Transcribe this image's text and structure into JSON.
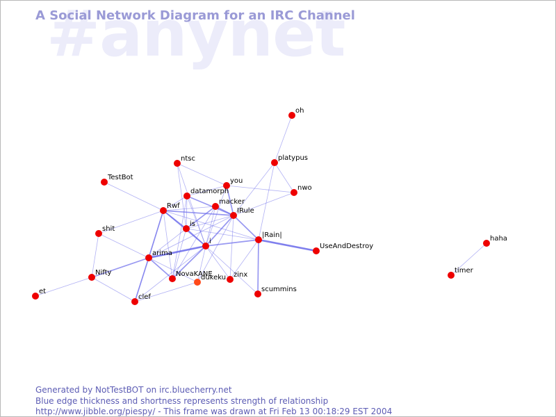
{
  "watermark": "#anynet",
  "title": "A Social Network Diagram for an IRC Channel",
  "footer": {
    "line1": "Generated by NotTestBOT on irc.bluecherry.net",
    "line2": "Blue edge thickness and shortness represents strength of relationship",
    "line3": "http://www.jibble.org/piespy/ - This frame was drawn at Fri Feb 13 00:18:29 EST 2004"
  },
  "colors": {
    "node": "#ee0000",
    "node_highlight": "#ff4a1a",
    "edge": "#6a6aea",
    "title": "#9a9ad6",
    "watermark": "#ececfa"
  },
  "nodes": [
    {
      "id": "oh",
      "label": "oh"
    },
    {
      "id": "platypus",
      "label": "platypus"
    },
    {
      "id": "ntsc",
      "label": "ntsc"
    },
    {
      "id": "nwo",
      "label": "nwo"
    },
    {
      "id": "testbot",
      "label": "TestBot"
    },
    {
      "id": "you",
      "label": "you"
    },
    {
      "id": "datamorph",
      "label": "datamorph"
    },
    {
      "id": "macker",
      "label": "macker"
    },
    {
      "id": "rwf",
      "label": "Rwf"
    },
    {
      "id": "irule",
      "label": "IRule"
    },
    {
      "id": "shit",
      "label": "shit"
    },
    {
      "id": "is",
      "label": "is"
    },
    {
      "id": "rain",
      "label": "|Rain|"
    },
    {
      "id": "i",
      "label": "i"
    },
    {
      "id": "useanddestroy",
      "label": "UseAndDestroy"
    },
    {
      "id": "arima",
      "label": "arima"
    },
    {
      "id": "nifty",
      "label": "Nifty"
    },
    {
      "id": "novakane",
      "label": "NovaKANE"
    },
    {
      "id": "zinx",
      "label": "zinx"
    },
    {
      "id": "dukeku",
      "label": "dukeku",
      "highlight": true
    },
    {
      "id": "et",
      "label": "et"
    },
    {
      "id": "scummins",
      "label": "scummins"
    },
    {
      "id": "clef",
      "label": "clef"
    },
    {
      "id": "haha",
      "label": "haha"
    },
    {
      "id": "timer",
      "label": "timer"
    }
  ],
  "edges": [
    {
      "from": "oh",
      "to": "platypus",
      "weight": 1
    },
    {
      "from": "platypus",
      "to": "nwo",
      "weight": 1
    },
    {
      "from": "platypus",
      "to": "irule",
      "weight": 1
    },
    {
      "from": "platypus",
      "to": "rain",
      "weight": 1
    },
    {
      "from": "ntsc",
      "to": "you",
      "weight": 1
    },
    {
      "from": "ntsc",
      "to": "is",
      "weight": 1
    },
    {
      "from": "ntsc",
      "to": "i",
      "weight": 1
    },
    {
      "from": "nwo",
      "to": "you",
      "weight": 1
    },
    {
      "from": "nwo",
      "to": "irule",
      "weight": 1
    },
    {
      "from": "testbot",
      "to": "rwf",
      "weight": 1
    },
    {
      "from": "you",
      "to": "datamorph",
      "weight": 1
    },
    {
      "from": "you",
      "to": "irule",
      "weight": 2
    },
    {
      "from": "you",
      "to": "i",
      "weight": 1
    },
    {
      "from": "datamorph",
      "to": "rwf",
      "weight": 1
    },
    {
      "from": "datamorph",
      "to": "is",
      "weight": 1
    },
    {
      "from": "datamorph",
      "to": "irule",
      "weight": 2
    },
    {
      "from": "datamorph",
      "to": "i",
      "weight": 1
    },
    {
      "from": "datamorph",
      "to": "novakane",
      "weight": 1
    },
    {
      "from": "macker",
      "to": "rwf",
      "weight": 1
    },
    {
      "from": "macker",
      "to": "irule",
      "weight": 2
    },
    {
      "from": "macker",
      "to": "is",
      "weight": 2
    },
    {
      "from": "macker",
      "to": "i",
      "weight": 1
    },
    {
      "from": "macker",
      "to": "novakane",
      "weight": 1
    },
    {
      "from": "rwf",
      "to": "irule",
      "weight": 2
    },
    {
      "from": "rwf",
      "to": "is",
      "weight": 2
    },
    {
      "from": "rwf",
      "to": "i",
      "weight": 2
    },
    {
      "from": "rwf",
      "to": "arima",
      "weight": 2
    },
    {
      "from": "rwf",
      "to": "shit",
      "weight": 1
    },
    {
      "from": "rwf",
      "to": "novakane",
      "weight": 1
    },
    {
      "from": "rwf",
      "to": "clef",
      "weight": 1
    },
    {
      "from": "rwf",
      "to": "rain",
      "weight": 1
    },
    {
      "from": "irule",
      "to": "is",
      "weight": 1
    },
    {
      "from": "irule",
      "to": "i",
      "weight": 2
    },
    {
      "from": "irule",
      "to": "rain",
      "weight": 2
    },
    {
      "from": "irule",
      "to": "arima",
      "weight": 1
    },
    {
      "from": "irule",
      "to": "zinx",
      "weight": 1
    },
    {
      "from": "irule",
      "to": "dukeku",
      "weight": 1
    },
    {
      "from": "is",
      "to": "i",
      "weight": 2
    },
    {
      "from": "is",
      "to": "rain",
      "weight": 1
    },
    {
      "from": "is",
      "to": "novakane",
      "weight": 1
    },
    {
      "from": "is",
      "to": "arima",
      "weight": 1
    },
    {
      "from": "rain",
      "to": "i",
      "weight": 2
    },
    {
      "from": "rain",
      "to": "useanddestroy",
      "weight": 3
    },
    {
      "from": "rain",
      "to": "zinx",
      "weight": 1
    },
    {
      "from": "rain",
      "to": "scummins",
      "weight": 2
    },
    {
      "from": "i",
      "to": "arima",
      "weight": 3
    },
    {
      "from": "i",
      "to": "novakane",
      "weight": 2
    },
    {
      "from": "i",
      "to": "zinx",
      "weight": 1
    },
    {
      "from": "i",
      "to": "scummins",
      "weight": 1
    },
    {
      "from": "i",
      "to": "clef",
      "weight": 1
    },
    {
      "from": "i",
      "to": "dukeku",
      "weight": 1
    },
    {
      "from": "arima",
      "to": "nifty",
      "weight": 2
    },
    {
      "from": "arima",
      "to": "shit",
      "weight": 1
    },
    {
      "from": "arima",
      "to": "novakane",
      "weight": 2
    },
    {
      "from": "arima",
      "to": "clef",
      "weight": 2
    },
    {
      "from": "arima",
      "to": "dukeku",
      "weight": 1
    },
    {
      "from": "nifty",
      "to": "shit",
      "weight": 1
    },
    {
      "from": "nifty",
      "to": "clef",
      "weight": 1
    },
    {
      "from": "nifty",
      "to": "et",
      "weight": 1
    },
    {
      "from": "clef",
      "to": "dukeku",
      "weight": 1
    },
    {
      "from": "haha",
      "to": "timer",
      "weight": 1
    }
  ]
}
